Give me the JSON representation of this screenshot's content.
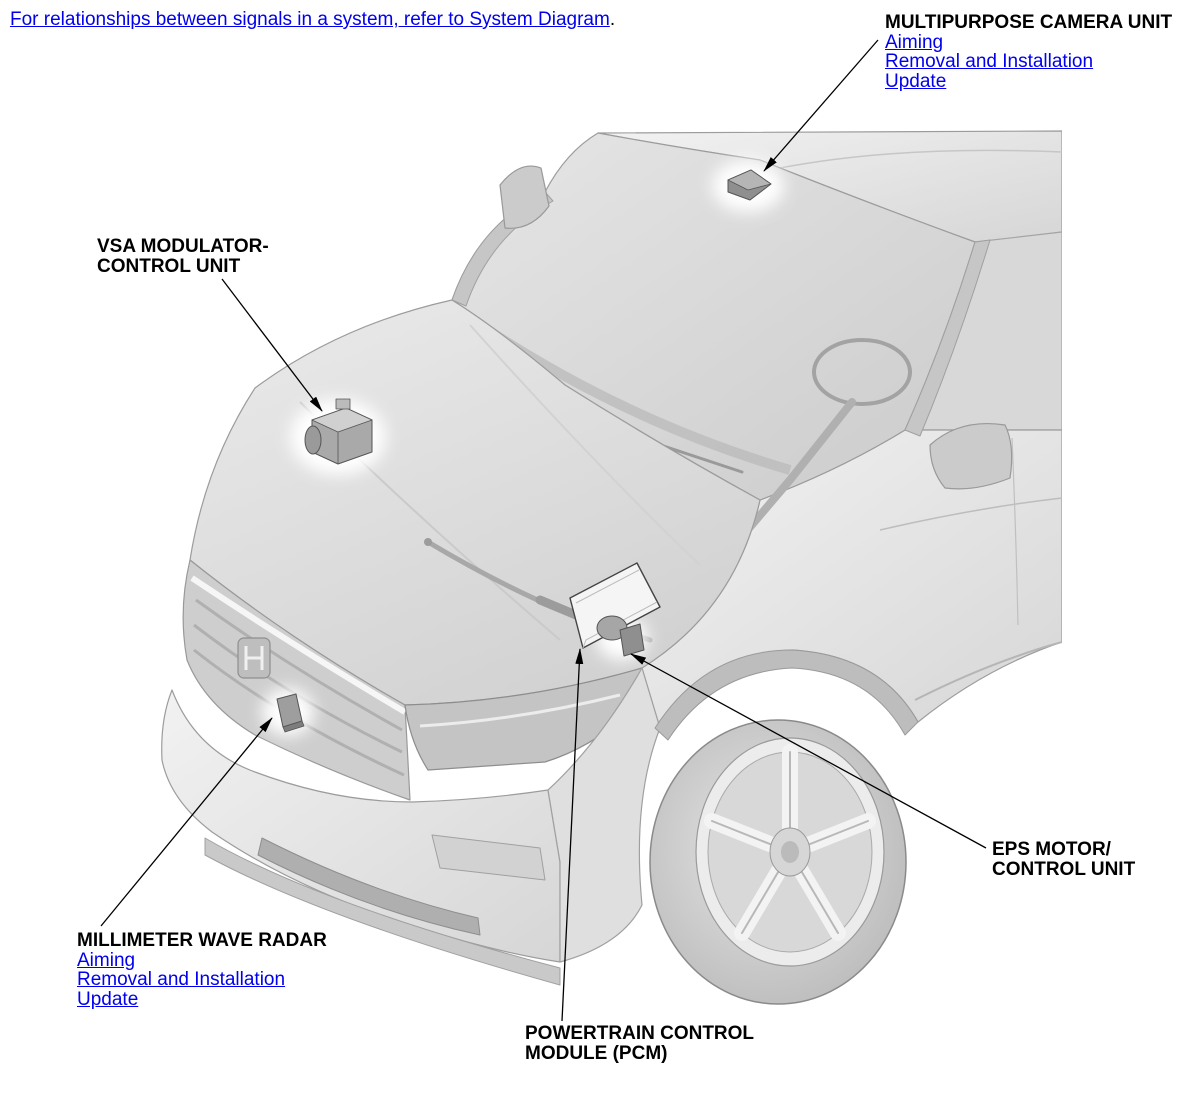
{
  "header": {
    "link_text": "For relationships between signals in a system, refer to System Diagram",
    "trailing_text": "."
  },
  "callouts": {
    "camera": {
      "title": "MULTIPURPOSE CAMERA UNIT",
      "links": {
        "aiming": "Aiming",
        "removal": "Removal and Installation",
        "update": "Update"
      }
    },
    "vsa": {
      "title_line1": "VSA MODULATOR-",
      "title_line2": "CONTROL UNIT"
    },
    "radar": {
      "title": "MILLIMETER WAVE RADAR",
      "links": {
        "aiming": "Aiming",
        "removal": "Removal and Installation",
        "update": "Update"
      }
    },
    "pcm": {
      "title_line1": "POWERTRAIN CONTROL",
      "title_line2": "MODULE (PCM)"
    },
    "eps": {
      "title_line1": "EPS MOTOR/",
      "title_line2": "CONTROL UNIT"
    }
  },
  "colors": {
    "background": "#ffffff",
    "label": "#000000",
    "link": "#0000ee",
    "leader": "#000000"
  }
}
